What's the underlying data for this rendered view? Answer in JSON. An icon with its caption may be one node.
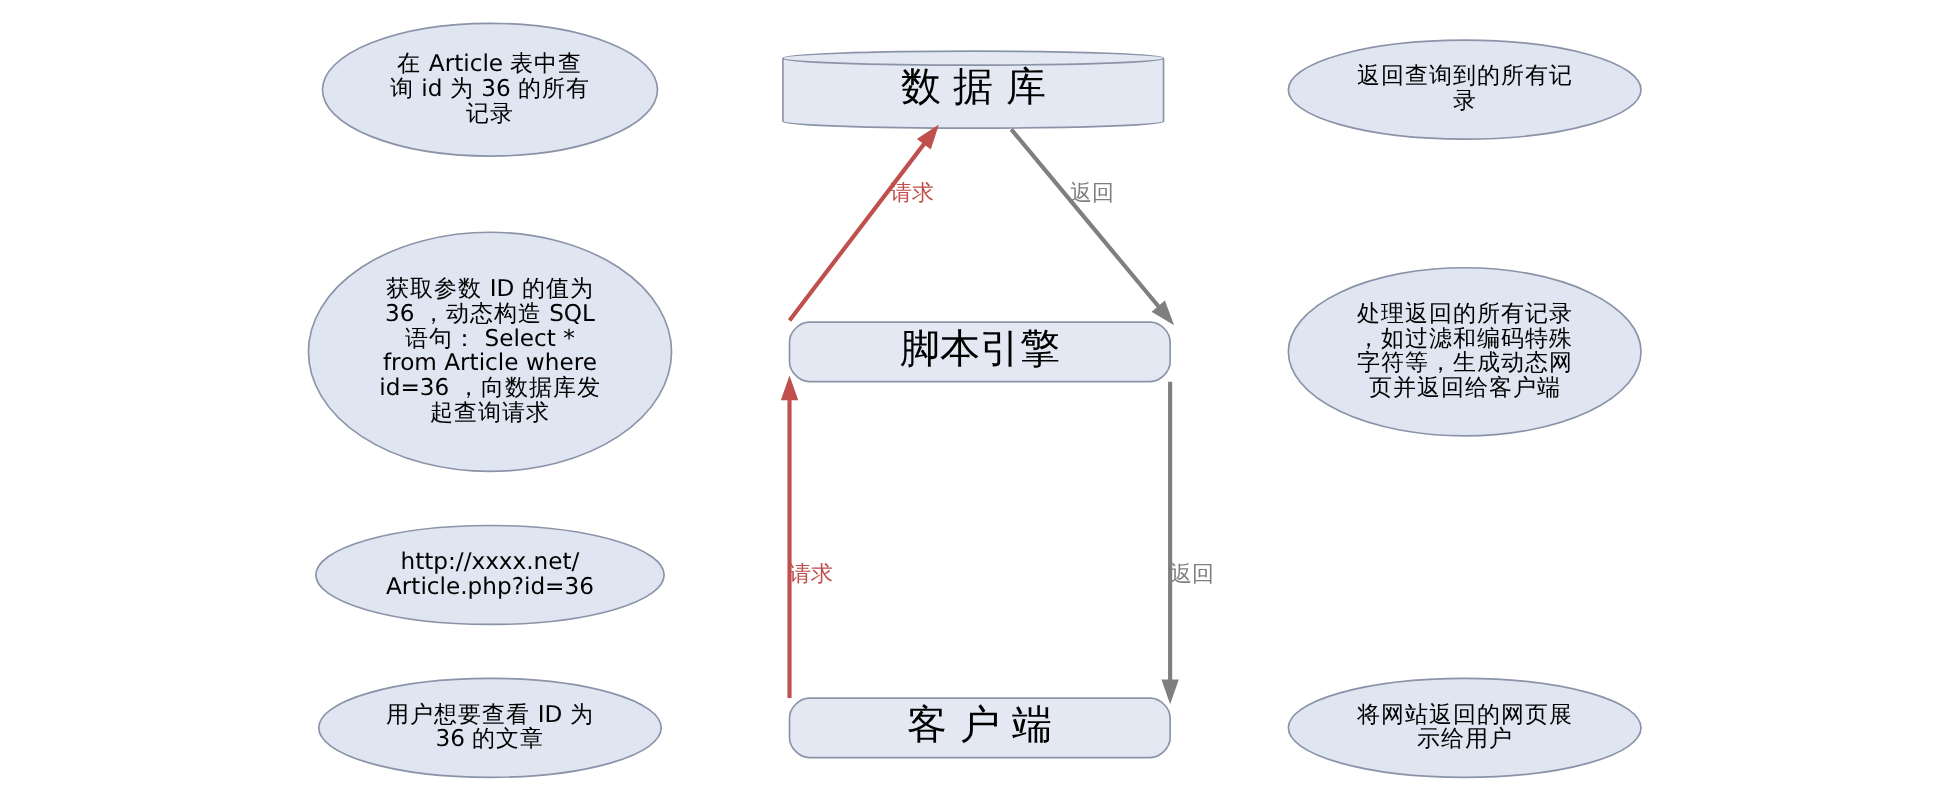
{
  "diagram": {
    "nodes": [
      {
        "text": [
          "数 据 库"
        ]
      },
      {
        "text": [
          "脚本引擎"
        ]
      },
      {
        "text": [
          "客 户 端"
        ]
      },
      {
        "text": [
          "在 Article 表中查询 id 为 36 的所有记录"
        ]
      },
      {
        "text": [
          "获取参数 ID 的值为 36 ，动态构造 SQL 语句： Select * from Article where id=36 ，向数据库发起查询请求"
        ]
      },
      {
        "text": [
          "http://xxxx.net/ Article.php?id=36"
        ]
      },
      {
        "text": [
          "用户想要查看 ID 为 36 的文章"
        ]
      },
      {
        "text": [
          "返回查询到的所有记录"
        ]
      },
      {
        "text": [
          "处理返回的所有记录，如过滤和编码特殊字符等，生成动态网页并返回给客户端"
        ]
      },
      {
        "text": [
          "将网站返回的网页展示给用户"
        ]
      }
    ],
    "edges": [
      {
        "from": 1,
        "to": 0,
        "arrow": "to",
        "label": "请求",
        "color": "#c0504d"
      },
      {
        "from": 0,
        "to": 1,
        "arrow": "to",
        "label": "返回",
        "color": "#7f7f7f"
      },
      {
        "from": 2,
        "to": 1,
        "arrow": "to",
        "label": "请求",
        "color": "#c0504d"
      },
      {
        "from": 1,
        "to": 2,
        "arrow": "to",
        "label": "返回",
        "color": "#7f7f7f"
      }
    ]
  }
}
